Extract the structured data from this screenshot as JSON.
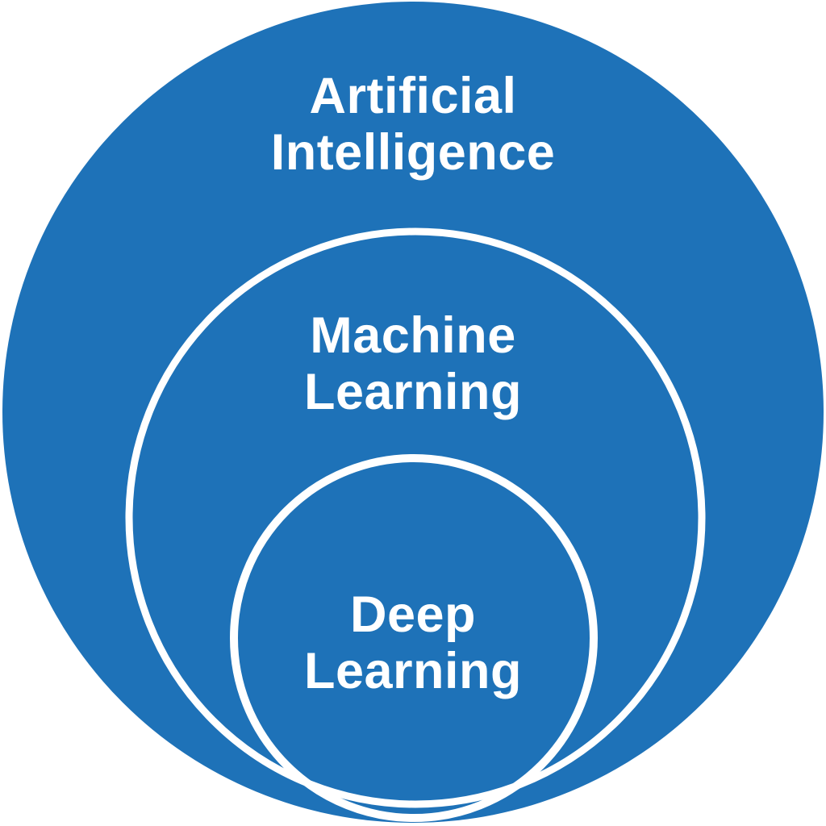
{
  "diagram": {
    "type": "nested-circles",
    "levels": [
      {
        "id": "artificial-intelligence",
        "line1": "Artificial",
        "line2": "Intelligence"
      },
      {
        "id": "machine-learning",
        "line1": "Machine",
        "line2": "Learning"
      },
      {
        "id": "deep-learning",
        "line1": "Deep",
        "line2": "Learning"
      }
    ]
  },
  "colors": {
    "background": "#ffffff",
    "circle_fill": "#1e72b8",
    "ring_stroke": "#ffffff",
    "label_text": "#ffffff"
  }
}
